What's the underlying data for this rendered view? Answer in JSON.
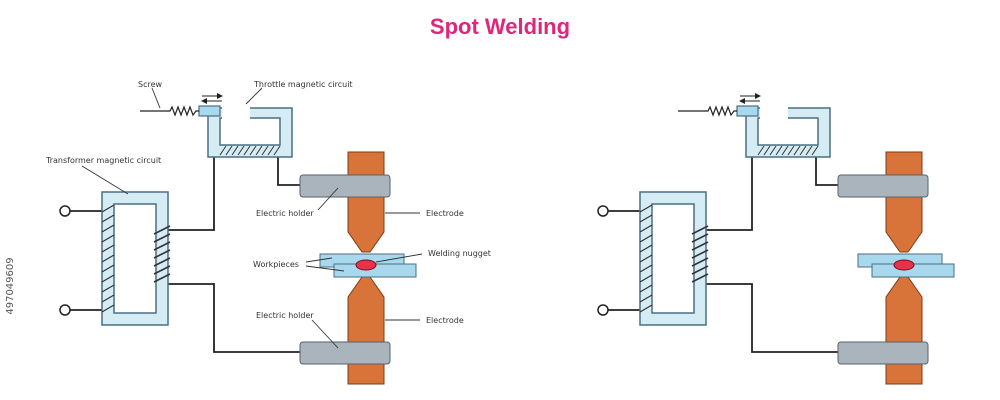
{
  "title": "Spot Welding",
  "side_id": "497049609",
  "labels": {
    "screw": "Screw",
    "throttle": "Throttle magnetic circuit",
    "transformer": "Transformer magnetic circuit",
    "electric_holder_top": "Electric holder",
    "electrode_top": "Electrode",
    "workpieces": "Workpieces",
    "welding_nugget": "Welding nugget",
    "electric_holder_bottom": "Electric holder",
    "electrode_bottom": "Electrode"
  },
  "colors": {
    "title": "#e0257a",
    "core_fill": "#d6ecf5",
    "core_stroke": "#4a6f82",
    "electrode": "#d8743a",
    "holder": "#a9b4bc",
    "workpiece": "#a8d8ee",
    "nugget": "#e8324a"
  }
}
